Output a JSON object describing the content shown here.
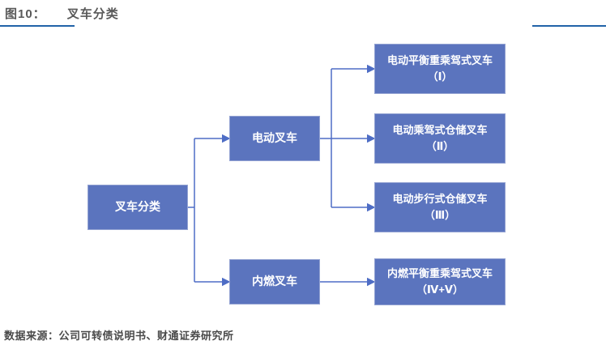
{
  "header": {
    "figure_label": "图10：",
    "figure_title": "叉车分类"
  },
  "diagram": {
    "type": "flowchart",
    "direction": "left-to-right",
    "root": {
      "label": "叉车分类"
    },
    "branches": [
      {
        "label": "电动叉车"
      },
      {
        "label": "内燃叉车"
      }
    ],
    "leaves": [
      {
        "label": "电动平衡重乘驾式叉车",
        "tier": "（Ⅰ）",
        "parent": "电动叉车"
      },
      {
        "label": "电动乘驾式仓储叉车",
        "tier": "（Ⅱ）",
        "parent": "电动叉车"
      },
      {
        "label": "电动步行式仓储叉车",
        "tier": "（Ⅲ）",
        "parent": "电动叉车"
      },
      {
        "label": "内燃平衡重乘驾式叉车",
        "tier": "（Ⅳ+Ⅴ）",
        "parent": "内燃叉车"
      }
    ]
  },
  "footer": {
    "source": "数据来源：公司可转债说明书、财通证券研究所"
  },
  "colors": {
    "box_fill": "#5B74BE",
    "box_border": "#93A2D2",
    "box_text": "#FFFFFF",
    "connector": "#4E6DC5",
    "title_text": "#595959",
    "title_rule": "#2263A8",
    "source_text": "#4A4A4A",
    "background": "#FFFFFF"
  }
}
